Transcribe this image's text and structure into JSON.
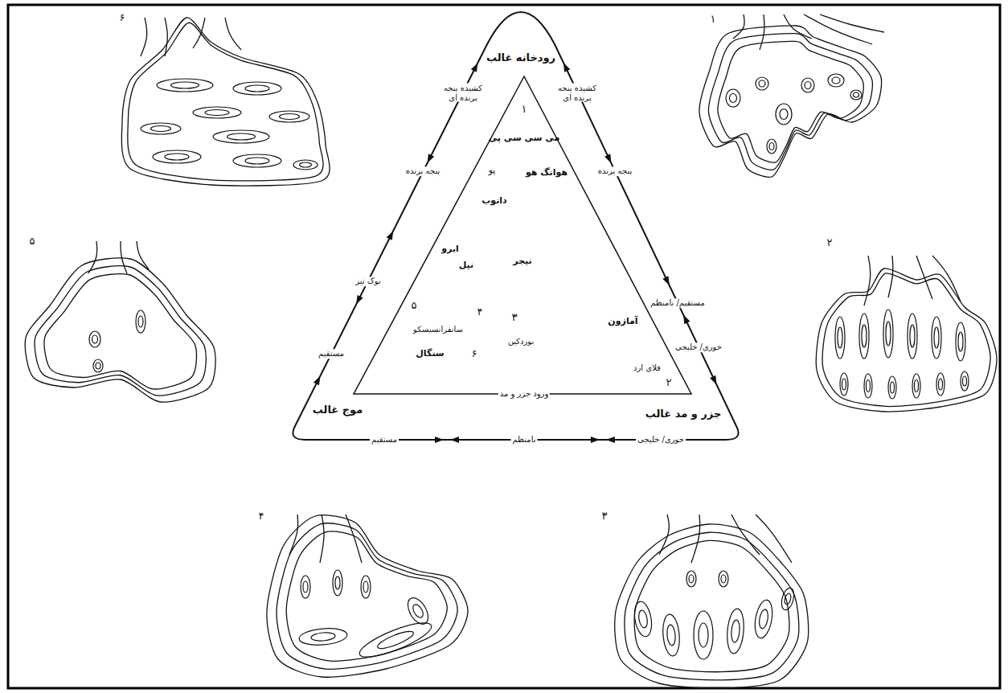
{
  "diagram": {
    "nodes": [
      {
        "text": [
          "رودخانه غالب",
          "موج غالب",
          "جزر و مد غالب"
        ]
      },
      {
        "text": [
          "۱",
          "می سی سی پی",
          "پو",
          "هوانگ هو",
          "دانوب",
          "ابرو",
          "نیل",
          "نیجر",
          "۵",
          "۴",
          "۳",
          "سانفرانسیسکو",
          "بوردکین",
          "سنگال",
          "۶",
          "آمازون",
          "فلای ارد",
          "۲",
          "ورود جزر و مد"
        ],
        "in": 0
      }
    ],
    "labels": [
      "کشیده پنجه پرنده ای",
      "کشیده پنجه پرنده ای",
      "پنجه پرنده",
      "پنجه پرنده",
      "نوک تیز",
      "مستقیم",
      "مستقیم/ نامنظم",
      "خوری/ خلیجی",
      "مستقیم",
      "نامنظم",
      "خوری/ خلیجی",
      "۶",
      "۱",
      "۵",
      "۲",
      "۴",
      "۳"
    ]
  }
}
